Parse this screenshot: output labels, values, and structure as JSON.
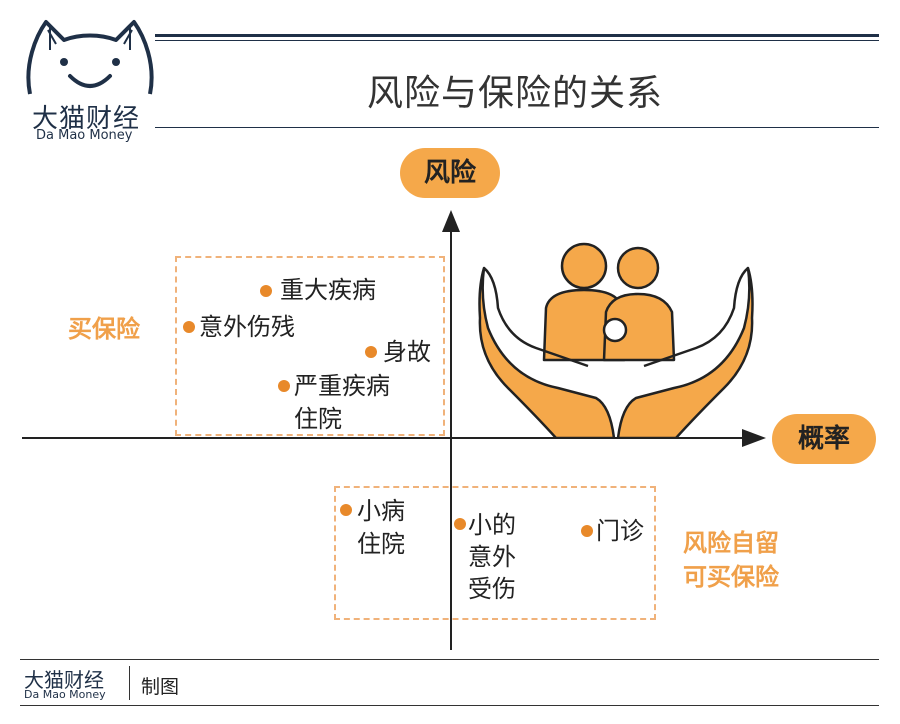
{
  "header": {
    "logo_cn": "大猫财经",
    "logo_en": "Da Mao Money",
    "title": "风险与保险的关系"
  },
  "axes": {
    "y_label": "风险",
    "x_label": "概率"
  },
  "zones": {
    "buy_insurance": {
      "label": "买保险",
      "items": [
        {
          "lines": [
            "重大疾病"
          ]
        },
        {
          "lines": [
            "意外伤残"
          ]
        },
        {
          "lines": [
            "身故"
          ]
        },
        {
          "lines": [
            "严重疾病",
            "住院"
          ]
        }
      ]
    },
    "self_retain": {
      "label_lines": [
        "风险自留",
        "可买保险"
      ],
      "items": [
        {
          "lines": [
            "小病",
            "住院"
          ]
        },
        {
          "lines": [
            "小的",
            "意外",
            "受伤"
          ]
        },
        {
          "lines": [
            "门诊"
          ]
        }
      ]
    }
  },
  "footer": {
    "logo_cn": "大猫财经",
    "logo_en": "Da Mao Money",
    "credit": "制图"
  },
  "colors": {
    "navy": "#1f3047",
    "orange": "#f5a84a",
    "dot": "#e8892a",
    "dash": "#f0b27a"
  }
}
